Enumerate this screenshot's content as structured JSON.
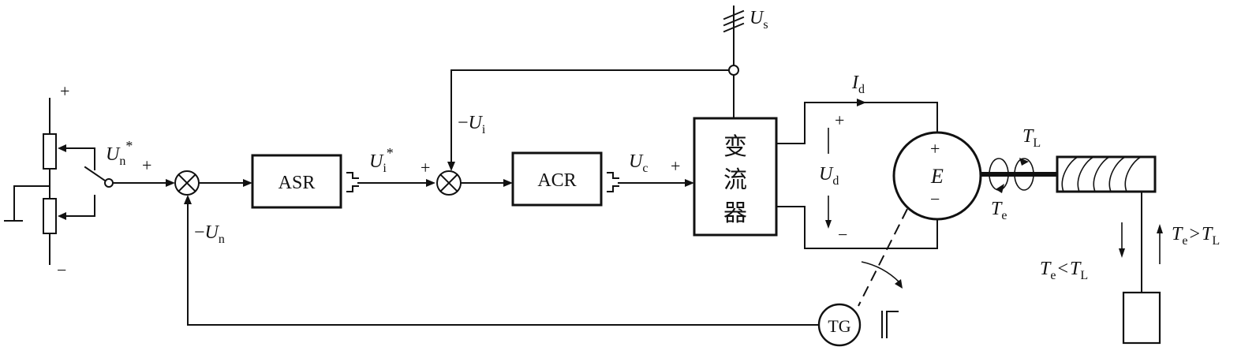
{
  "blocks": {
    "asr": "ASR",
    "acr": "ACR",
    "converter": [
      "变",
      "流",
      "器"
    ],
    "motor_emf": "E",
    "tachogenerator": "TG"
  },
  "signals": {
    "speed_ref": {
      "main": "U",
      "sub": "n",
      "sup": "*"
    },
    "speed_fb": {
      "prefix": "−",
      "main": "U",
      "sub": "n"
    },
    "current_ref": {
      "main": "U",
      "sub": "i",
      "sup": "*"
    },
    "current_fb": {
      "prefix": "−",
      "main": "U",
      "sub": "i"
    },
    "control_voltage": {
      "main": "U",
      "sub": "c"
    },
    "supply": {
      "main": "U",
      "sub": "s"
    },
    "armature_current": {
      "main": "I",
      "sub": "d"
    },
    "armature_voltage": {
      "main": "U",
      "sub": "d"
    }
  },
  "torques": {
    "load": {
      "main": "T",
      "sub": "L"
    },
    "electromagnetic": {
      "main": "T",
      "sub": "e"
    },
    "relation_up": {
      "a": "T",
      "a_sub": "e",
      "op": ">",
      "b": "T",
      "b_sub": "L"
    },
    "relation_down": {
      "a": "T",
      "a_sub": "e",
      "op": "<",
      "b": "T",
      "b_sub": "L"
    }
  },
  "signs": {
    "plus": "+",
    "minus": "−"
  }
}
